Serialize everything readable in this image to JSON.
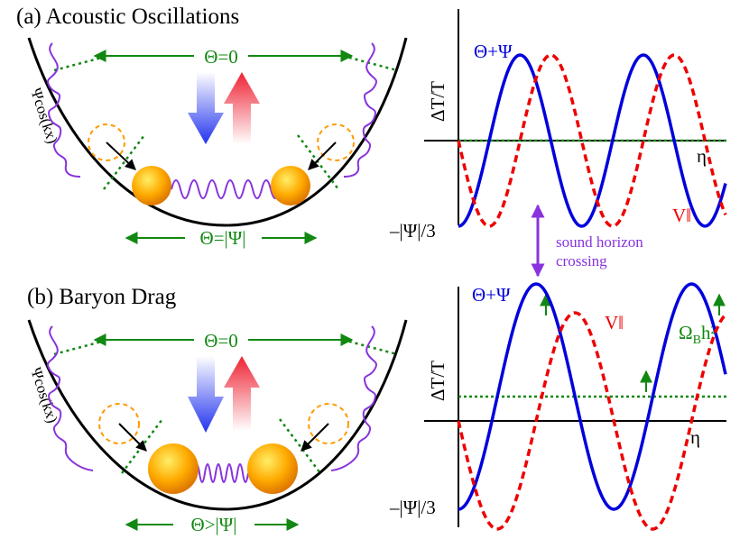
{
  "panels": [
    {
      "title": "(a) Acoustic Oscillations",
      "well_label_top": "Θ=0",
      "well_label_bottom": "Θ=|Ψ|",
      "potential_label": "Ψcos(kx)",
      "plot": {
        "ylabel": "ΔT/T",
        "xlabel": "η",
        "series_temp": "Θ+Ψ",
        "series_vel": "V‖",
        "ytick": "–|Ψ|/3"
      }
    },
    {
      "title": "(b) Baryon Drag",
      "well_label_top": "Θ=0",
      "well_label_bottom": "Θ>|Ψ|",
      "potential_label": "Ψcos(kx)",
      "plot": {
        "ylabel": "ΔT/T",
        "xlabel": "η",
        "series_temp": "Θ+Ψ",
        "series_vel": "V‖",
        "ytick": "–|Ψ|/3",
        "baryon_label": "Ω",
        "baryon_sub": "B",
        "baryon_suffix": "h²"
      }
    }
  ],
  "annotation": {
    "line1": "sound horizon",
    "line2": "crossing"
  },
  "colors": {
    "temp": "#0000dd",
    "vel": "#ee0000",
    "green": "#118811",
    "purple": "#8833dd",
    "orange": "#ff9900",
    "ball": "#ffaa00"
  },
  "curves": {
    "a": {
      "period": 0.46,
      "offset": 0,
      "temp_amp": 1,
      "vel_amp": 1
    },
    "b": {
      "period": 0.58,
      "offset": 0.3,
      "temp_amp": 1,
      "vel_amp": 0.85
    }
  }
}
